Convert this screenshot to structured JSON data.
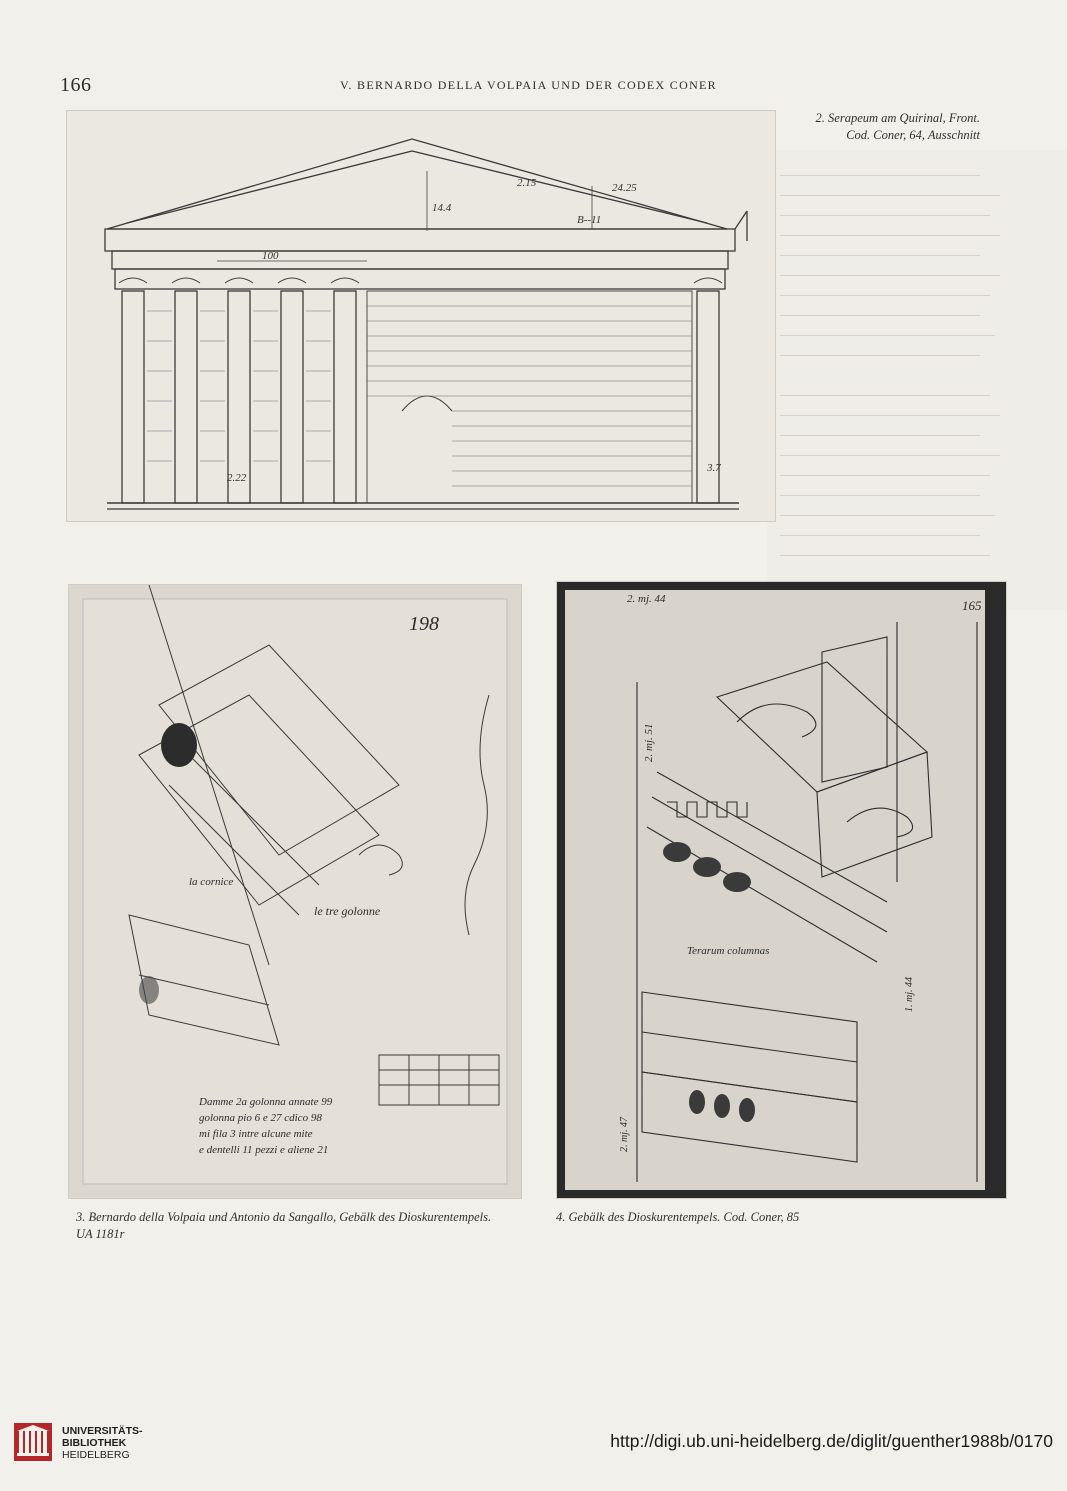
{
  "header": {
    "page_number": "166",
    "running_title": "V. BERNARDO DELLA VOLPAIA UND DER CODEX CONER"
  },
  "figures": {
    "fig2": {
      "caption_line1": "2. Serapeum am Quirinal, Front.",
      "caption_line2": "Cod. Coner, 64, Ausschnitt"
    },
    "fig3": {
      "caption_line1": "3. Bernardo della Volpaia und Antonio da Sangallo, Gebälk des Dioskurentempels.",
      "caption_line2": "UA 1181r",
      "handwriting": {
        "sheet_number": "198",
        "note_architrave": "la cornice",
        "note_capital": "le tre golonne",
        "note_block": [
          "Damme 2a golonna annate 99",
          "golonna pio 6 e 27 cdico 98",
          "mi fila 3 intre alcune mite",
          "e dentelli 11 pezzi e aliene 21"
        ]
      }
    },
    "fig4": {
      "caption_line1": "4. Gebälk des Dioskurentempels. Cod. Coner, 85",
      "handwriting": {
        "folio": "165",
        "top_measure": "2. mj. 44",
        "left_measure": "2. mj. 51",
        "label": "Terarum columnas",
        "mid_measure": "1. mj. 44",
        "bottom_measure": "2. mj. 47"
      }
    }
  },
  "fig2_annotations": {
    "base_span": "100",
    "height_label": "14.4",
    "slope_label": "24.25",
    "slope_label2": "B--11",
    "left_note": "3.7",
    "bay_note": "2.22",
    "top_note": "2.15"
  },
  "footer": {
    "logo_line1": "UNIVERSITÄTS-",
    "logo_line2": "BIBLIOTHEK",
    "logo_line3": "HEIDELBERG",
    "url": "http://digi.ub.uni-heidelberg.de/diglit/guenther1988b/0170"
  },
  "colors": {
    "page": "#f2f0eb",
    "plate": "#e6e3dc",
    "ink": "#2b2b2b",
    "logo_red": "#b3262c"
  }
}
